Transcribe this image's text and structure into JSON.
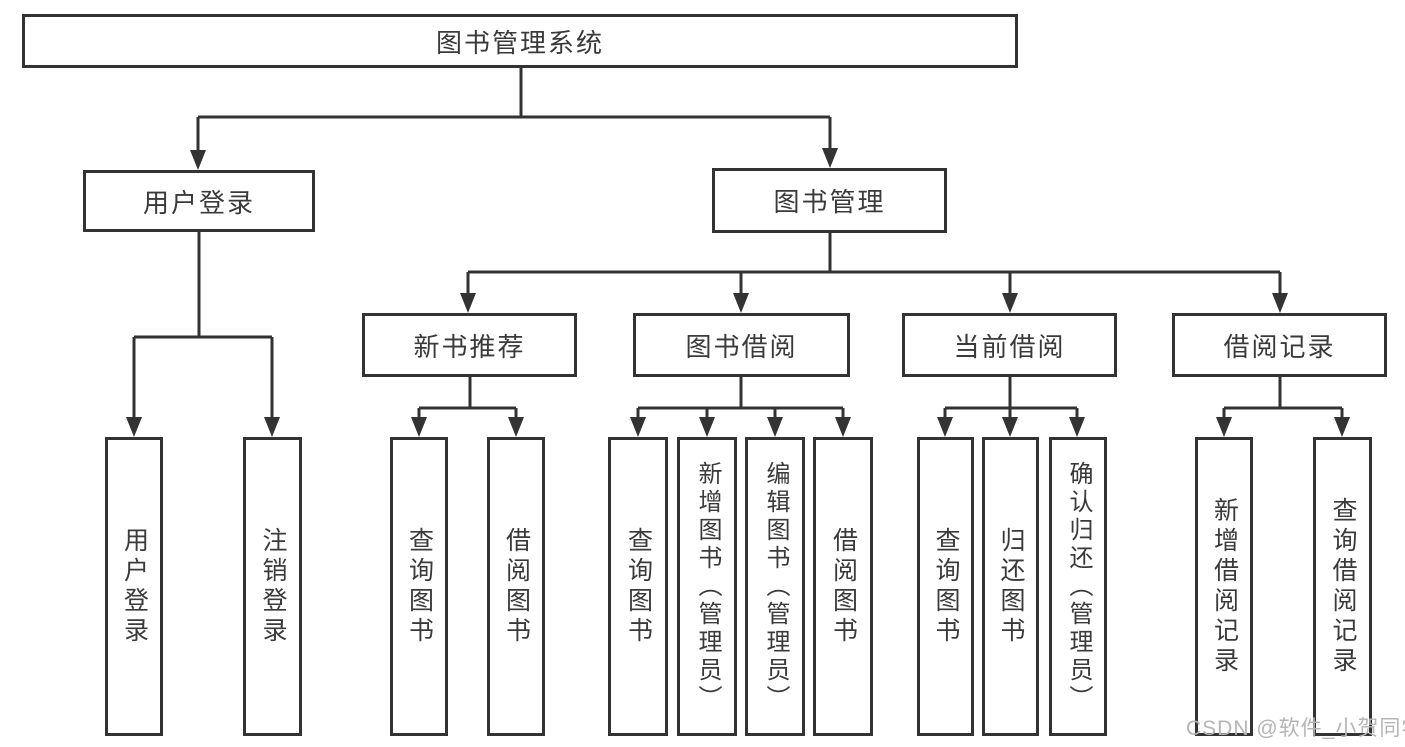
{
  "diagram": {
    "type": "hierarchy-tree",
    "root": {
      "label": "图书管理系统"
    },
    "branches": [
      {
        "label": "用户登录",
        "children": [
          "用户登录",
          "注销登录"
        ]
      },
      {
        "label": "图书管理",
        "groups": [
          {
            "label": "新书推荐",
            "children": [
              "查询图书",
              "借阅图书"
            ]
          },
          {
            "label": "图书借阅",
            "children": [
              "查询图书",
              "新增图书（管理员）",
              "编辑图书（管理员）",
              "借阅图书"
            ]
          },
          {
            "label": "当前借阅",
            "children": [
              "查询图书",
              "归还图书",
              "确认归还（管理员）"
            ]
          },
          {
            "label": "借阅记录",
            "children": [
              "新增借阅记录",
              "查询借阅记录"
            ]
          }
        ]
      }
    ]
  },
  "watermark": {
    "text": "CSDN @软件_小贺同学"
  },
  "colors": {
    "line": "#333333",
    "text": "#3a3a3a",
    "box_background": "#ffffff",
    "watermark": "#b5b5b5",
    "background": "#ffffff"
  }
}
